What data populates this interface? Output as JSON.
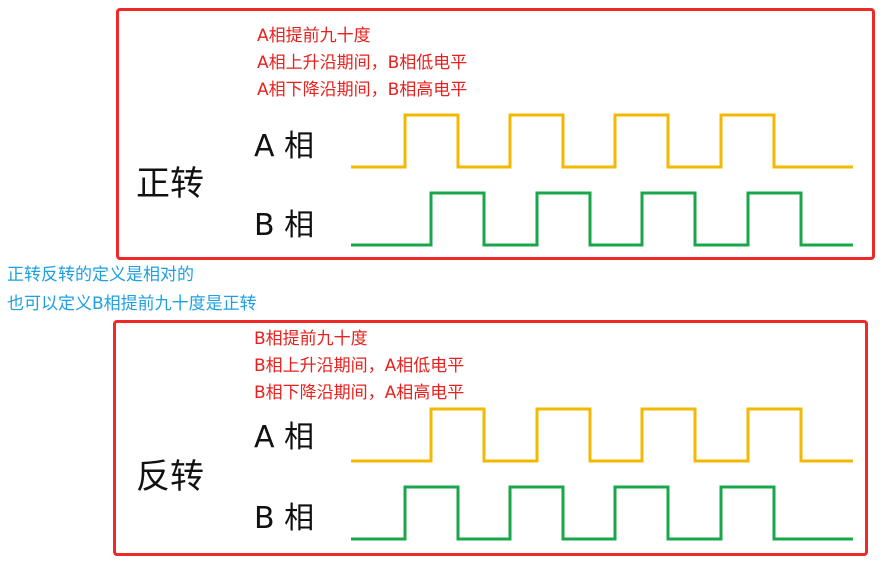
{
  "forward": {
    "title": "正转",
    "notes": [
      "A相提前九十度",
      "A相上升沿期间，B相低电平",
      "A相下降沿期间，B相高电平"
    ],
    "phase_a_label": "A 相",
    "phase_b_label": "B 相"
  },
  "side_note": {
    "lines": [
      "正转反转的定义是相对的",
      "也可以定义B相提前九十度是正转"
    ]
  },
  "reverse": {
    "title": "反转",
    "notes": [
      "B相提前九十度",
      "B相上升沿期间，A相低电平",
      "B相下降沿期间，A相高电平"
    ],
    "phase_a_label": "A 相",
    "phase_b_label": "B 相"
  },
  "colors": {
    "border": "#f02828",
    "note_text": "#e8201e",
    "side_note_text": "#1ea0e0",
    "phase_a_wave": "#f5b800",
    "phase_b_wave": "#1aa64a"
  }
}
